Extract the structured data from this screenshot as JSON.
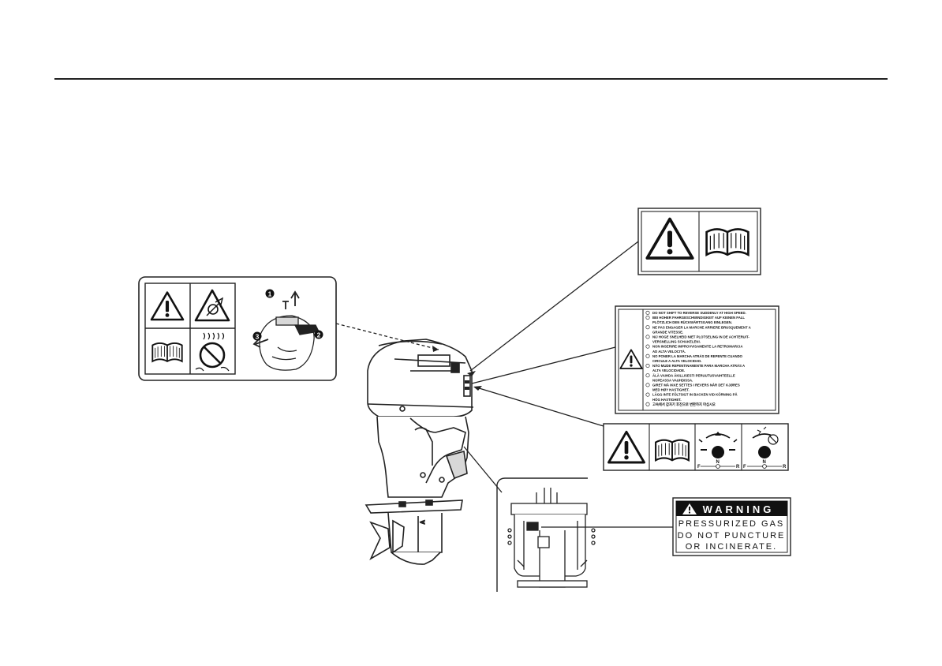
{
  "labels": {
    "reverse_shift_lines": [
      {
        "code": "GB",
        "text": "DO NOT SHIFT TO REVERSE SUDDENLY AT HIGH SPEED."
      },
      {
        "code": "D",
        "text": "BEI HOHER FAHRGESCHWINDIGKEIT AUF KEINEN FALL"
      },
      {
        "code": "",
        "text": "PLÖTZLICH DEN RÜCKWÄRTSGANG EINLEGEN."
      },
      {
        "code": "F",
        "text": "NE PAS ENGAGER LA MARCHE ARRIERE BRUSQUEMENT A"
      },
      {
        "code": "",
        "text": "GRANDE VITESSE."
      },
      {
        "code": "NL",
        "text": "NIJ HOGE SNELHEID NIET PLOTSELING IN DE ACHTERUIT-"
      },
      {
        "code": "",
        "text": "VERSNELLING SCHAKELEN!."
      },
      {
        "code": "I",
        "text": "NON INSERIRE IMPROVVISAMENTE LA RETROMARCIA"
      },
      {
        "code": "",
        "text": "AD ALTA VELOCITÀ."
      },
      {
        "code": "E",
        "text": "NO PONER LA MARCHA ATRÁS DE REPENTE CUANDO"
      },
      {
        "code": "",
        "text": "CIRCULE A ALTA VELOCIDAD."
      },
      {
        "code": "P",
        "text": "NÃO MUDE REPENTINAMENTE PARA MARCHA ATRÁS A"
      },
      {
        "code": "",
        "text": "ALTA VELOCIDADE."
      },
      {
        "code": "FIN",
        "text": "ÄLÄ VAIHDA ÄKILLISESTI PERUUTUSVAIHTEELLE"
      },
      {
        "code": "",
        "text": "NOPEASSA VAUHDISSA."
      },
      {
        "code": "N",
        "text": "GIRET MÅ IKKE SETTES I REVERS NÅR DET KJØRES"
      },
      {
        "code": "",
        "text": "MED HØY HASTIGHET."
      },
      {
        "code": "S",
        "text": "LÄGG INTE FÖLTSIGT IN BACKEN VID KÖRNING PÅ"
      },
      {
        "code": "",
        "text": "HÖG HASTIGHET."
      },
      {
        "code": "K",
        "text": "고속에서 갑자기 후진으로 변환하지 마십시오"
      }
    ],
    "shift_marks": [
      "F",
      "N",
      "R"
    ],
    "callouts": [
      "1",
      "2",
      "3"
    ],
    "warning": {
      "header": "WARNING",
      "line1": "PRESSURIZED GAS",
      "line2": "DO NOT PUNCTURE",
      "line3": "OR INCINERATE."
    },
    "lower_unit_mark": "ᴀ"
  }
}
